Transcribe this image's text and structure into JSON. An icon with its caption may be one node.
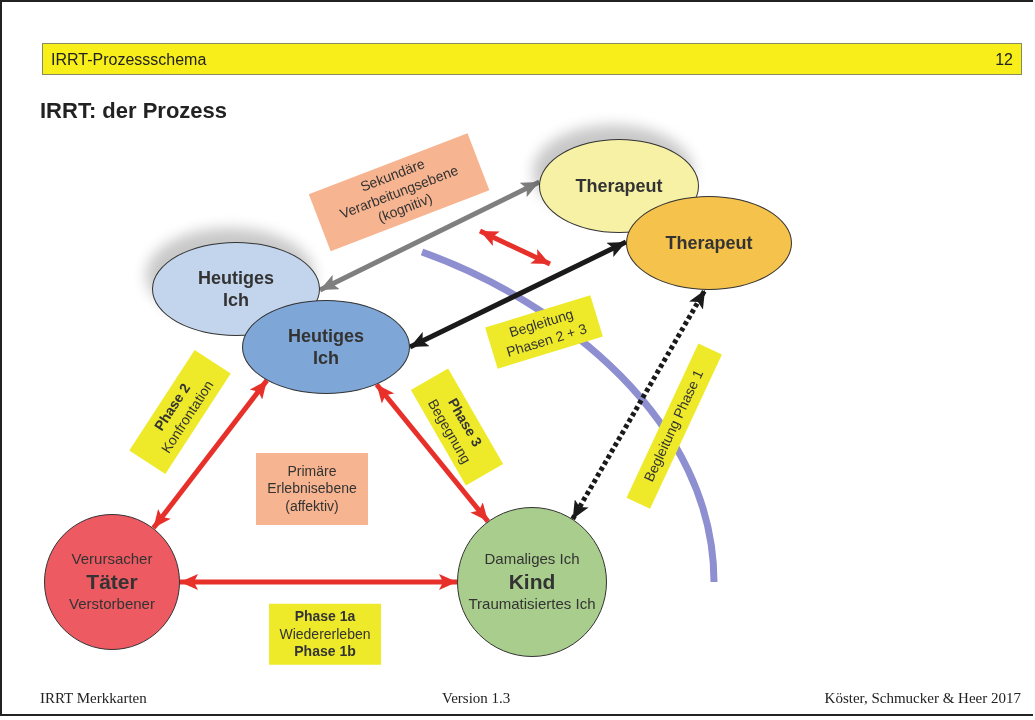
{
  "diagram": {
    "title": "IRRT: der Prozess",
    "nodes": [
      {
        "text": [
          "Therapeut"
        ]
      },
      {
        "text": [
          "Therapeut"
        ]
      },
      {
        "text": [
          "Heutiges Ich"
        ]
      },
      {
        "text": [
          "Heutiges Ich"
        ]
      },
      {
        "text": [
          "Verursacher",
          "Täter",
          "Verstorbener"
        ]
      },
      {
        "text": [
          "Damaliges Ich",
          "Kind",
          "Traumatisiertes Ich"
        ]
      },
      {
        "text": [
          "Primäre Erlebnisebene (affektiv)"
        ]
      }
    ],
    "edges": [
      {
        "from": 2,
        "to": 0,
        "arrow": "both",
        "label": "Sekundäre Verarbeitungsebene (kognitiv)",
        "color": "#7f7f7f"
      },
      {
        "from": 3,
        "to": 1,
        "arrow": "both",
        "label": "Begleitung Phasen 2 + 3",
        "color": "#1a1a1a"
      },
      {
        "from": 5,
        "to": 1,
        "arrow": "both",
        "label": "Begleitung Phase 1",
        "style": "dashed",
        "color": "#1a1a1a"
      },
      {
        "from": 4,
        "to": 3,
        "arrow": "both",
        "label": "**Phase 2** Konfrontation"
      },
      {
        "from": 3,
        "to": 5,
        "arrow": "both",
        "label": "**Phase 3** Begegnung"
      },
      {
        "from": 4,
        "to": 5,
        "arrow": "both",
        "label": "**Phase 1a** Wiedererleben **Phase 1b**"
      }
    ],
    "labels": [
      "IRRT-Prozessschema",
      "12",
      "IRRT Merkkarten",
      "Version 1.3",
      "Köster, Schmucker & Heer 2017"
    ]
  }
}
